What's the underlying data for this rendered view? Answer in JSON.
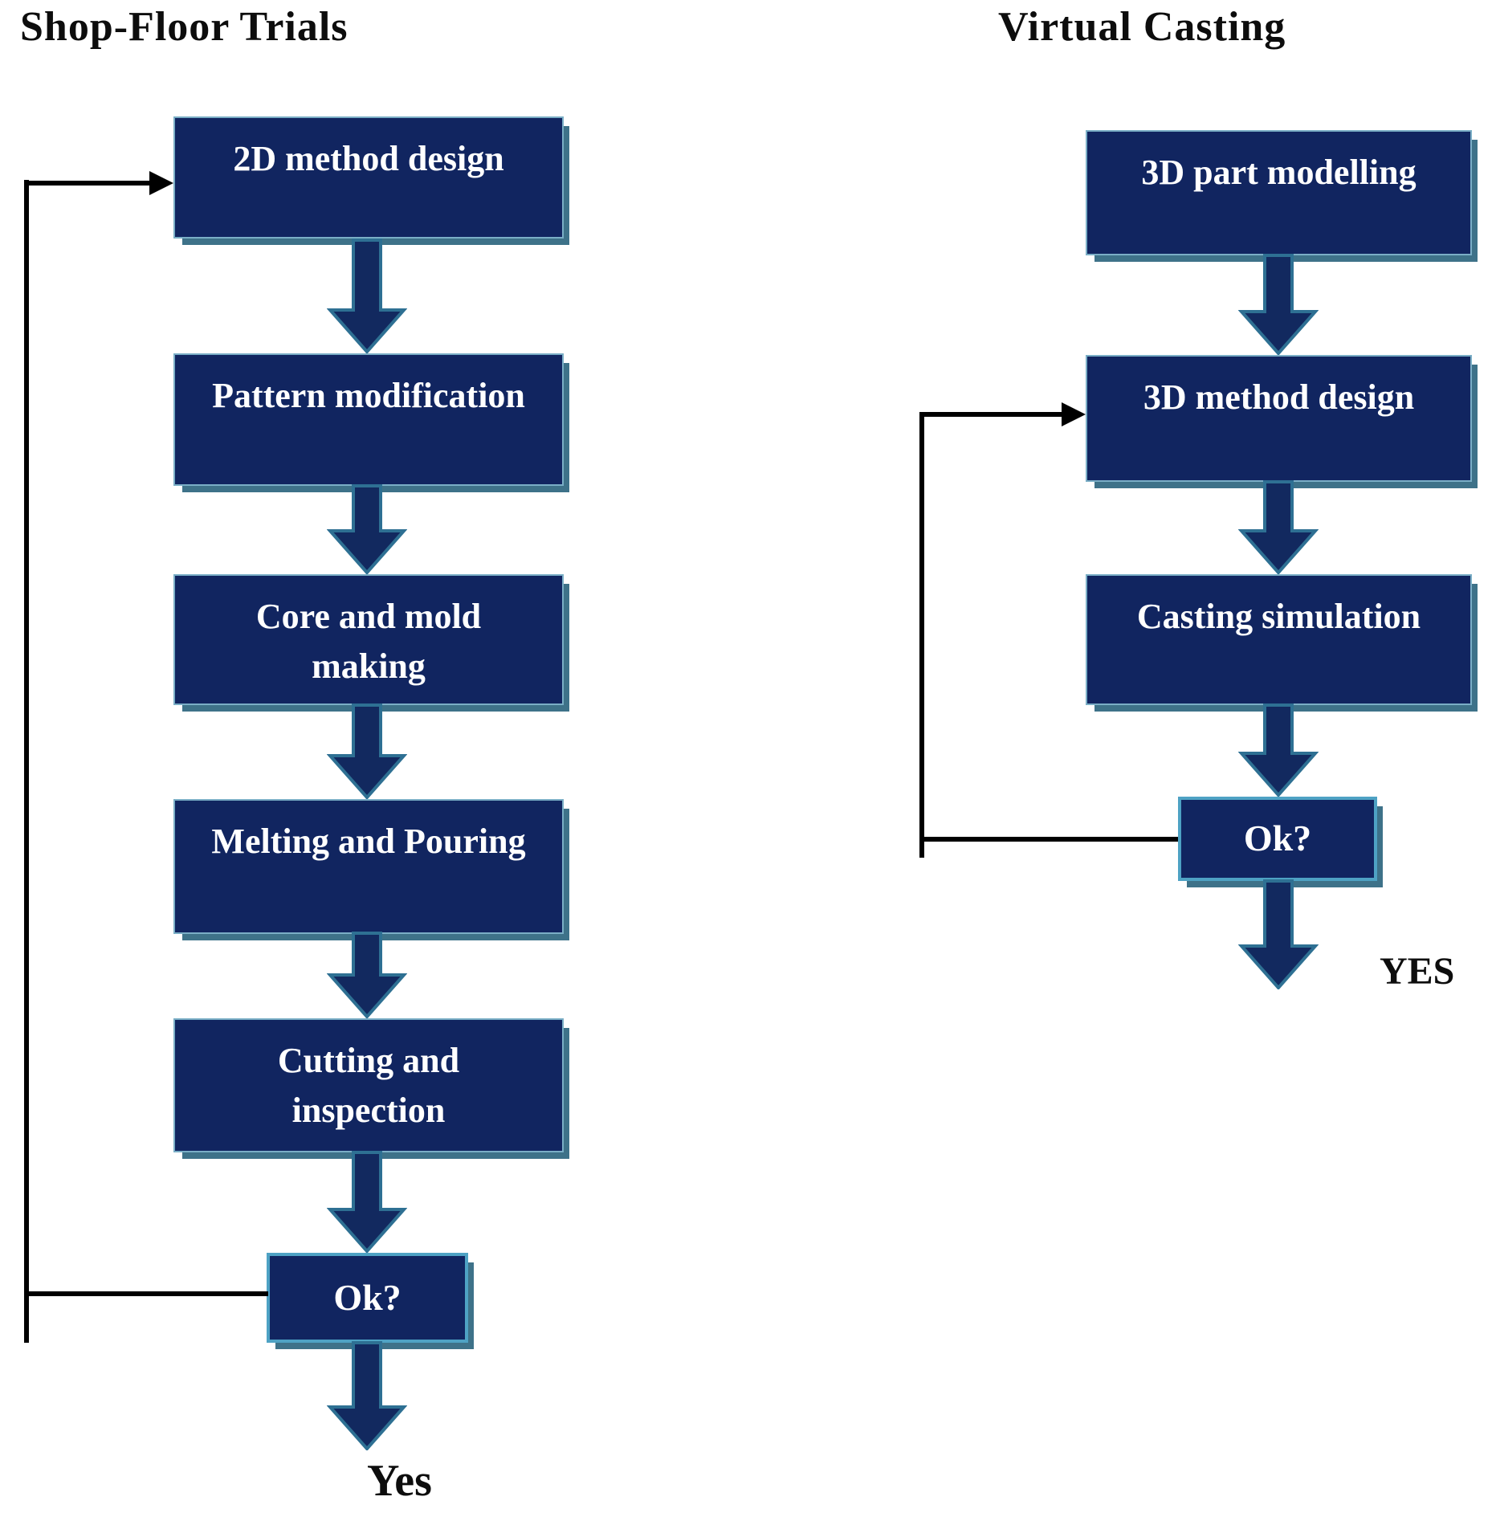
{
  "left_column": {
    "title": "Shop-Floor Trials",
    "box1": "2D method design",
    "box2": "Pattern modification",
    "box3_line1": "Core and mold",
    "box3_line2": "making",
    "box4": "Melting and Pouring",
    "box5_line1": "Cutting and",
    "box5_line2": "inspection",
    "ok": "Ok?",
    "yes": "Yes"
  },
  "right_column": {
    "title": "Virtual Casting",
    "box1": "3D part modelling",
    "box2": "3D method design",
    "box3": "Casting simulation",
    "ok": "Ok?",
    "yes": "YES"
  },
  "colors": {
    "box_fill": "#112560",
    "box_border": "#7aaec6",
    "box_shadow_teal": "#3e7289",
    "arrow_fill": "#12295f",
    "arrow_stroke": "#2e7093",
    "feedback_line": "#000000",
    "box_text": "#ffffff",
    "title_text": "#0d0d0d"
  }
}
